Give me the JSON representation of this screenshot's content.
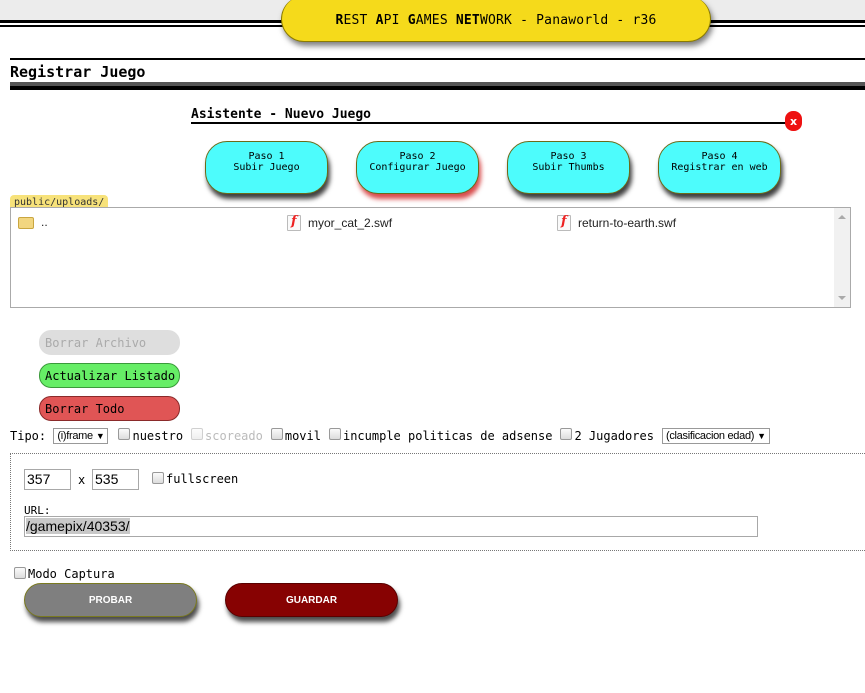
{
  "header": {
    "banner_parts": [
      {
        "text": "R",
        "bold": true
      },
      {
        "text": "EST ",
        "bold": false
      },
      {
        "text": "A",
        "bold": true
      },
      {
        "text": "PI ",
        "bold": false
      },
      {
        "text": "G",
        "bold": true
      },
      {
        "text": "AMES ",
        "bold": false
      },
      {
        "text": "NET",
        "bold": true
      },
      {
        "text": "WORK - Panaworld - r36",
        "bold": false
      }
    ],
    "banner_text": "REST API GAMES NETWORK - Panaworld - r36",
    "banner_color": "#f5da1b"
  },
  "section": {
    "title": "Registrar Juego"
  },
  "wizard": {
    "title": "Asistente - Nuevo Juego",
    "close_label": "x",
    "steps": [
      {
        "line1": "Paso 1",
        "line2": "Subir Juego",
        "active": false
      },
      {
        "line1": "Paso 2",
        "line2": "Configurar Juego",
        "active": true
      },
      {
        "line1": "Paso 3",
        "line2": "Subir Thumbs",
        "active": false
      },
      {
        "line1": "Paso 4",
        "line2": "Registrar en web",
        "active": false
      }
    ],
    "step_color": "#4dfcfc"
  },
  "browser": {
    "path": "public/uploads/",
    "files": [
      {
        "name": "..",
        "icon": "folder-icon"
      },
      {
        "name": "myor_cat_2.swf",
        "icon": "flash-file-icon"
      },
      {
        "name": "return-to-earth.swf",
        "icon": "flash-file-icon"
      }
    ]
  },
  "actions": {
    "delete_file": "Borrar Archivo",
    "refresh": "Actualizar Listado",
    "delete_all": "Borrar Todo"
  },
  "options": {
    "tipo_label": "Tipo:",
    "tipo_value": "(i)frame",
    "nuestro": "nuestro",
    "scoreado": "scoreado",
    "movil": "movil",
    "incumple": "incumple politicas de adsense",
    "dos_jugadores": "2 Jugadores",
    "clasificacion_value": "(clasificacion edad)"
  },
  "dimensions": {
    "width": "357",
    "times": "x",
    "height": "535",
    "fullscreen": "fullscreen",
    "url_label": "URL:",
    "url_value": "/gamepix/40353/"
  },
  "footer": {
    "modo_captura": "Modo Captura",
    "probar": "PROBAR",
    "guardar": "GUARDAR"
  }
}
